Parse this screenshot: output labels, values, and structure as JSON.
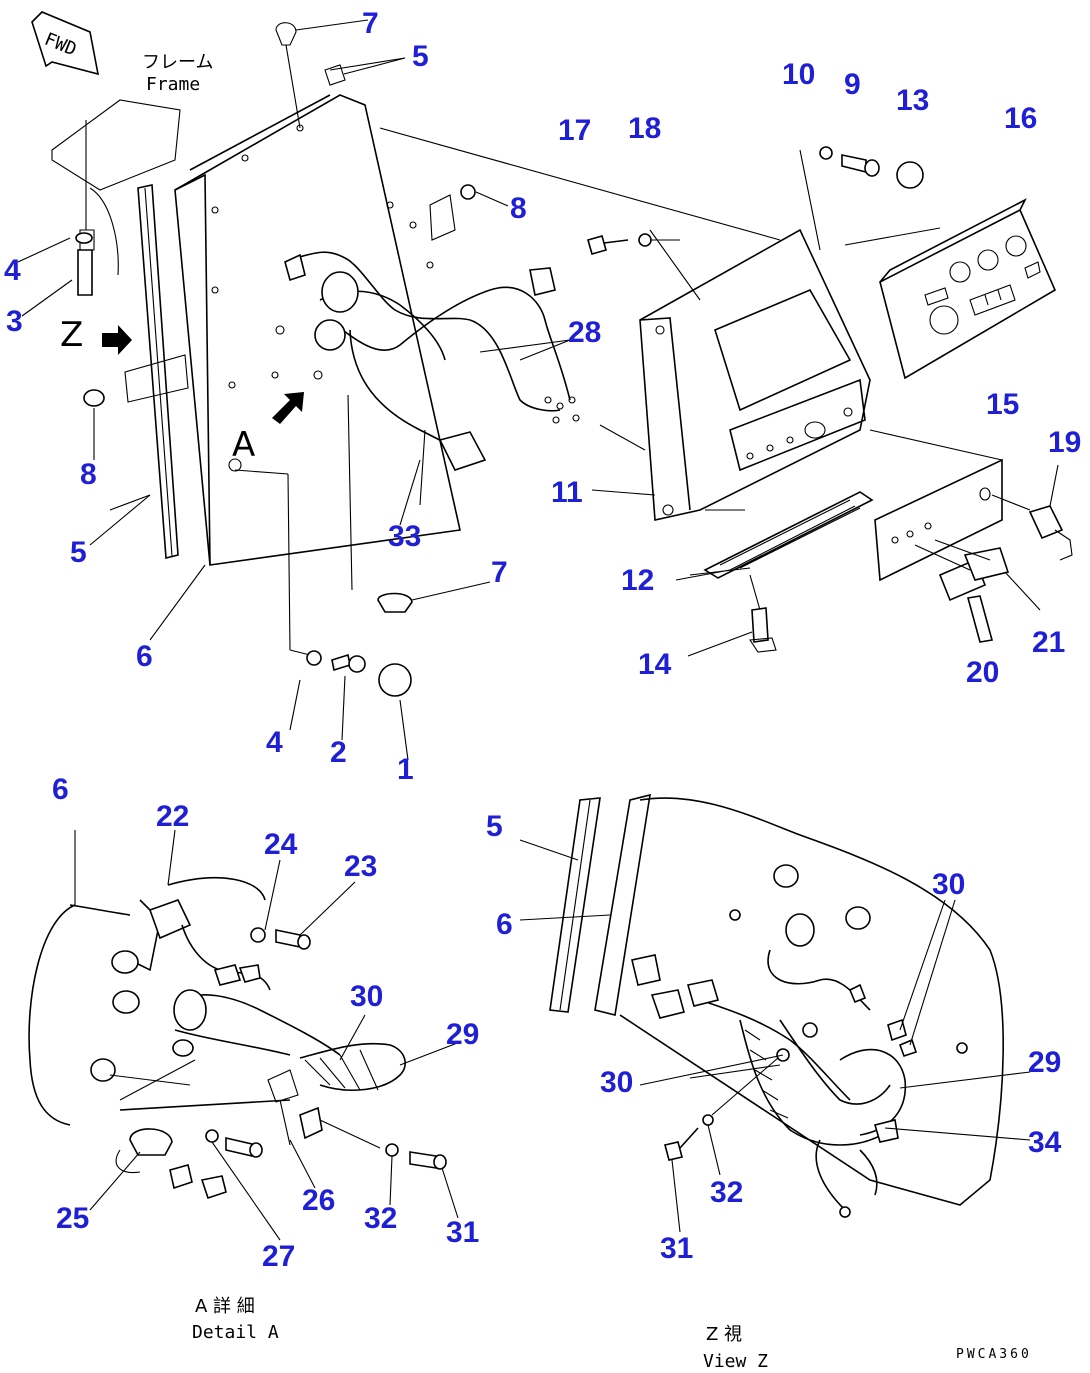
{
  "header": {
    "fwd_label": "FWD",
    "frame_jp": "フレーム",
    "frame_en": "Frame",
    "z_marker": "Z",
    "a_marker": "A"
  },
  "detail_caption": {
    "jp": "A 詳 細",
    "en": "Detail A"
  },
  "view_caption": {
    "jp": "Z 視",
    "en": "View Z"
  },
  "drawing_code": "PWCA360",
  "callouts": [
    "7",
    "5",
    "8",
    "4",
    "3",
    "8",
    "5",
    "6",
    "33",
    "7",
    "28",
    "4",
    "2",
    "1",
    "17",
    "18",
    "10",
    "9",
    "13",
    "16",
    "11",
    "12",
    "14",
    "15",
    "19",
    "21",
    "20",
    "6",
    "22",
    "24",
    "23",
    "30",
    "29",
    "25",
    "27",
    "26",
    "32",
    "31",
    "5",
    "6",
    "30",
    "30",
    "29",
    "34",
    "32",
    "31"
  ],
  "colors": {
    "callout": "#1f1fd6",
    "line": "#000000",
    "background": "#ffffff"
  }
}
